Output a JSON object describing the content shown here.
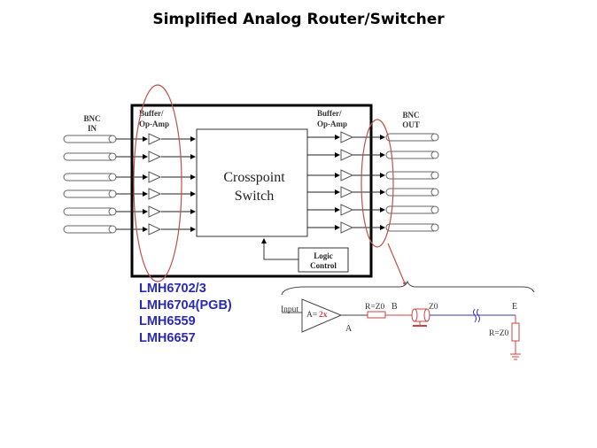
{
  "slide": {
    "title": "Simplified Analog Router/Switcher"
  },
  "diagram": {
    "bnc_in_label": [
      "BNC",
      "IN"
    ],
    "bnc_out_label": [
      "BNC",
      "OUT"
    ],
    "input_buffer_label": [
      "Buffer/",
      "Op-Amp"
    ],
    "output_buffer_label": [
      "Buffer/",
      "Op-Amp"
    ],
    "crosspoint_label": [
      "Crosspoint",
      "Switch"
    ],
    "logic_control_label": [
      "Logic",
      "Control"
    ],
    "channel_count": 6,
    "part_numbers": [
      "LMH6702/3",
      "LMH6704(PGB)",
      "LMH6559",
      "LMH6657"
    ],
    "detail": {
      "input_label": "Input",
      "amp_gain_prefix": "A=",
      "amp_gain_value": "2x",
      "node_a": "A",
      "series_resistor": "R=Z0",
      "node_b": "B",
      "cable_impedance": "Z0",
      "node_e": "E",
      "termination_resistor": "R=Z0"
    },
    "colors": {
      "highlight_ellipse": "#c0504d",
      "part_numbers": "#2a2ab8",
      "line_blue": "#3a3aa0",
      "component_red": "#d04040"
    }
  }
}
